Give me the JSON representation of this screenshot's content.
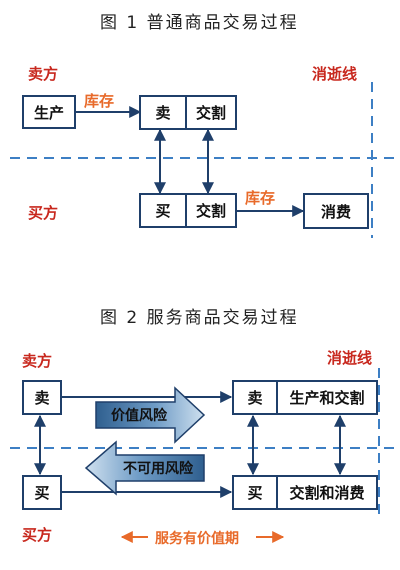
{
  "fig1": {
    "title": "图 1 普通商品交易过程",
    "seller": "卖方",
    "buyer": "买方",
    "consumption_line": "消逝线",
    "produce": "生产",
    "inventory_top": "库存",
    "sell": "卖",
    "deliver_top": "交割",
    "buy": "买",
    "deliver_bottom": "交割",
    "inventory_bottom": "库存",
    "consume": "消费"
  },
  "fig2": {
    "title": "图 2 服务商品交易过程",
    "seller": "卖方",
    "buyer": "买方",
    "consumption_line": "消逝线",
    "sell_left": "卖",
    "buy_left": "买",
    "sell_right": "卖",
    "produce_deliver": "生产和交割",
    "buy_right": "买",
    "deliver_consume": "交割和消费",
    "value_risk": "价值风险",
    "unavailable_risk": "不可用风险",
    "validity_period": "服务有价值期"
  },
  "colors": {
    "red": "#c8281e",
    "orange": "#e86a2a",
    "navy": "#1f3f6a",
    "dash_blue": "#3d7fc4",
    "banner_dark": "#2f5f8f",
    "banner_light": "#cfe0ef"
  }
}
